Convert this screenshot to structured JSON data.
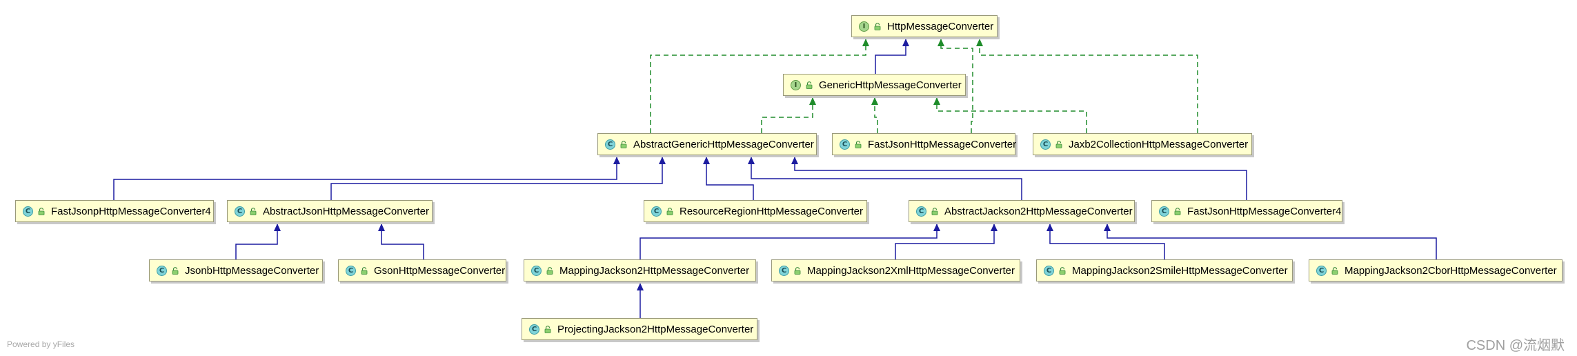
{
  "nodes": {
    "http_message_converter": {
      "label": "HttpMessageConverter",
      "kind": "interface"
    },
    "generic_http_message_converter": {
      "label": "GenericHttpMessageConverter",
      "kind": "interface"
    },
    "abstract_generic_http_message_converter": {
      "label": "AbstractGenericHttpMessageConverter",
      "kind": "class"
    },
    "fastjson_http_message_converter": {
      "label": "FastJsonHttpMessageConverter",
      "kind": "class"
    },
    "jaxb2_collection_http_message_converter": {
      "label": "Jaxb2CollectionHttpMessageConverter",
      "kind": "class"
    },
    "fastjsonp_http_message_converter4": {
      "label": "FastJsonpHttpMessageConverter4",
      "kind": "class"
    },
    "abstract_json_http_message_converter": {
      "label": "AbstractJsonHttpMessageConverter",
      "kind": "class"
    },
    "resource_region_http_message_converter": {
      "label": "ResourceRegionHttpMessageConverter",
      "kind": "class"
    },
    "abstract_jackson2_http_message_converter": {
      "label": "AbstractJackson2HttpMessageConverter",
      "kind": "class"
    },
    "fastjson_http_message_converter4": {
      "label": "FastJsonHttpMessageConverter4",
      "kind": "class"
    },
    "jsonb_http_message_converter": {
      "label": "JsonbHttpMessageConverter",
      "kind": "class"
    },
    "gson_http_message_converter": {
      "label": "GsonHttpMessageConverter",
      "kind": "class"
    },
    "mapping_jackson2_http_message_converter": {
      "label": "MappingJackson2HttpMessageConverter",
      "kind": "class"
    },
    "mapping_jackson2_xml_http_message_converter": {
      "label": "MappingJackson2XmlHttpMessageConverter",
      "kind": "class"
    },
    "mapping_jackson2_smile_http_message_converter": {
      "label": "MappingJackson2SmileHttpMessageConverter",
      "kind": "class"
    },
    "mapping_jackson2_cbor_http_message_converter": {
      "label": "MappingJackson2CborHttpMessageConverter",
      "kind": "class"
    },
    "projecting_jackson2_http_message_converter": {
      "label": "ProjectingJackson2HttpMessageConverter",
      "kind": "class"
    }
  },
  "badges": {
    "class": "C",
    "interface": "I"
  },
  "edges": [
    {
      "from": "generic_http_message_converter",
      "to": "http_message_converter",
      "type": "extends"
    },
    {
      "from": "abstract_generic_http_message_converter",
      "to": "http_message_converter",
      "type": "implements"
    },
    {
      "from": "fastjson_http_message_converter",
      "to": "http_message_converter",
      "type": "implements"
    },
    {
      "from": "jaxb2_collection_http_message_converter",
      "to": "http_message_converter",
      "type": "implements"
    },
    {
      "from": "abstract_generic_http_message_converter",
      "to": "generic_http_message_converter",
      "type": "implements"
    },
    {
      "from": "fastjson_http_message_converter",
      "to": "generic_http_message_converter",
      "type": "implements"
    },
    {
      "from": "jaxb2_collection_http_message_converter",
      "to": "generic_http_message_converter",
      "type": "implements"
    },
    {
      "from": "fastjsonp_http_message_converter4",
      "to": "abstract_generic_http_message_converter",
      "type": "extends"
    },
    {
      "from": "abstract_json_http_message_converter",
      "to": "abstract_generic_http_message_converter",
      "type": "extends"
    },
    {
      "from": "resource_region_http_message_converter",
      "to": "abstract_generic_http_message_converter",
      "type": "extends"
    },
    {
      "from": "abstract_jackson2_http_message_converter",
      "to": "abstract_generic_http_message_converter",
      "type": "extends"
    },
    {
      "from": "fastjson_http_message_converter4",
      "to": "abstract_generic_http_message_converter",
      "type": "extends"
    },
    {
      "from": "jsonb_http_message_converter",
      "to": "abstract_json_http_message_converter",
      "type": "extends"
    },
    {
      "from": "gson_http_message_converter",
      "to": "abstract_json_http_message_converter",
      "type": "extends"
    },
    {
      "from": "mapping_jackson2_http_message_converter",
      "to": "abstract_jackson2_http_message_converter",
      "type": "extends"
    },
    {
      "from": "mapping_jackson2_xml_http_message_converter",
      "to": "abstract_jackson2_http_message_converter",
      "type": "extends"
    },
    {
      "from": "mapping_jackson2_smile_http_message_converter",
      "to": "abstract_jackson2_http_message_converter",
      "type": "extends"
    },
    {
      "from": "mapping_jackson2_cbor_http_message_converter",
      "to": "abstract_jackson2_http_message_converter",
      "type": "extends"
    },
    {
      "from": "projecting_jackson2_http_message_converter",
      "to": "mapping_jackson2_http_message_converter",
      "type": "extends"
    }
  ],
  "colors": {
    "extends_edge": "#1c1ca0",
    "implements_edge": "#1e8c2a",
    "node_fill": "#ffffd0",
    "node_border": "#9a9a7a"
  },
  "footer": {
    "powered_by": "Powered by yFiles",
    "watermark": "CSDN @流烟默"
  }
}
